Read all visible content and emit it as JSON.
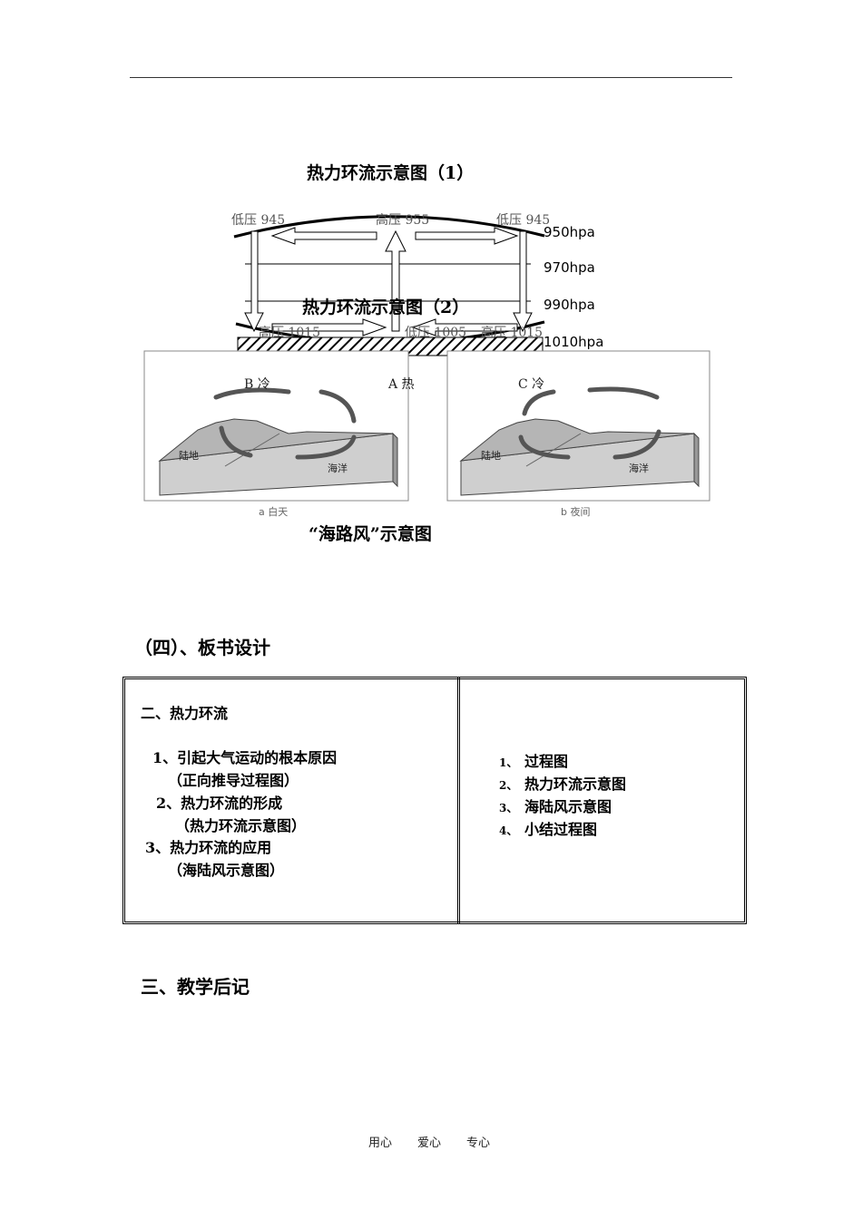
{
  "diagram1": {
    "title": "热力环流示意图（1）",
    "upper_labels": [
      "低压 945",
      "高压 955",
      "低压 945"
    ],
    "lower_labels": [
      "高压 1015",
      "低压 1005",
      "高压 1015"
    ],
    "isobars": [
      "950hpa",
      "970hpa",
      "990hpa",
      "1010hpa"
    ]
  },
  "diagram2": {
    "title": "热力环流示意图（2）",
    "labels": [
      "B 冷",
      "A 热",
      "C 冷"
    ],
    "panel_a": {
      "land": "陆地",
      "sea": "海洋",
      "caption": "a  白天"
    },
    "panel_b": {
      "land": "陆地",
      "sea": "海洋",
      "caption": "b  夜间"
    }
  },
  "diagram3": {
    "title": "“海路风”示意图"
  },
  "section4": {
    "heading": "（四）、板书设计"
  },
  "board": {
    "left": {
      "heading": "二、热力环流",
      "lines": [
        "1、引起大气运动的根本原因",
        "（正向推导过程图）",
        "2、热力环流的形成",
        "（热力环流示意图）",
        "3、热力环流的应用",
        "（海陆风示意图）"
      ]
    },
    "right": {
      "items": [
        {
          "num": "1、",
          "text": "过程图"
        },
        {
          "num": "2、",
          "text": "热力环流示意图"
        },
        {
          "num": "3、",
          "text": "海陆风示意图"
        },
        {
          "num": "4、",
          "text": "小结过程图"
        }
      ]
    }
  },
  "section3": {
    "heading": "三、教学后记"
  },
  "footer": [
    "用心",
    "爱心",
    "专心"
  ]
}
